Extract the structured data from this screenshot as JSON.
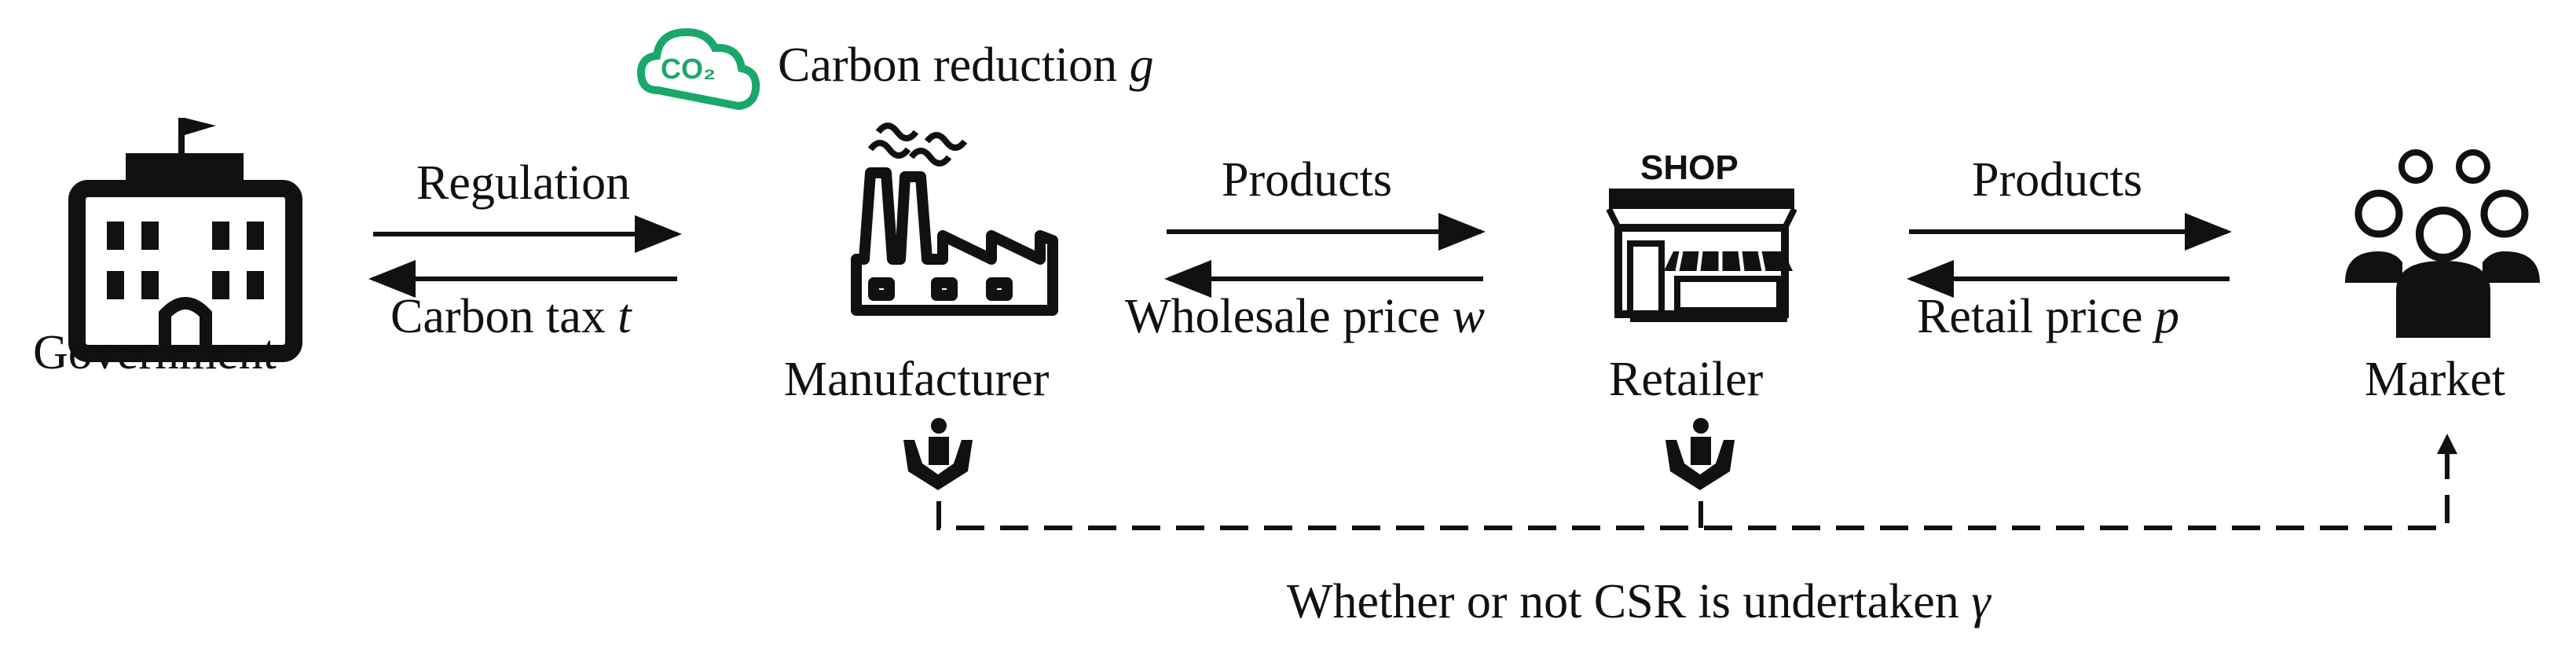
{
  "nodes": {
    "government": "Government",
    "manufacturer": "Manufacturer",
    "retailer": "Retailer",
    "market": "Market"
  },
  "flows": {
    "regulation": "Regulation",
    "carbon_tax": "Carbon tax",
    "carbon_tax_var": "t",
    "products_1": "Products",
    "wholesale_price": "Wholesale price",
    "wholesale_price_var": "w",
    "products_2": "Products",
    "retail_price": "Retail price",
    "retail_price_var": "p"
  },
  "carbon": {
    "badge": "CO₂",
    "label": "Carbon reduction",
    "var": "g"
  },
  "shop_sign": "SHOP",
  "csr": {
    "label": "Whether or not CSR is undertaken",
    "var": "γ"
  },
  "colors": {
    "ink": "#111111",
    "carbon_green": "#1aa86a"
  },
  "icons": [
    "government-building-icon",
    "factory-icon",
    "shop-icon",
    "market-crowd-icon",
    "co2-cloud-icon",
    "csr-hands-icon"
  ]
}
